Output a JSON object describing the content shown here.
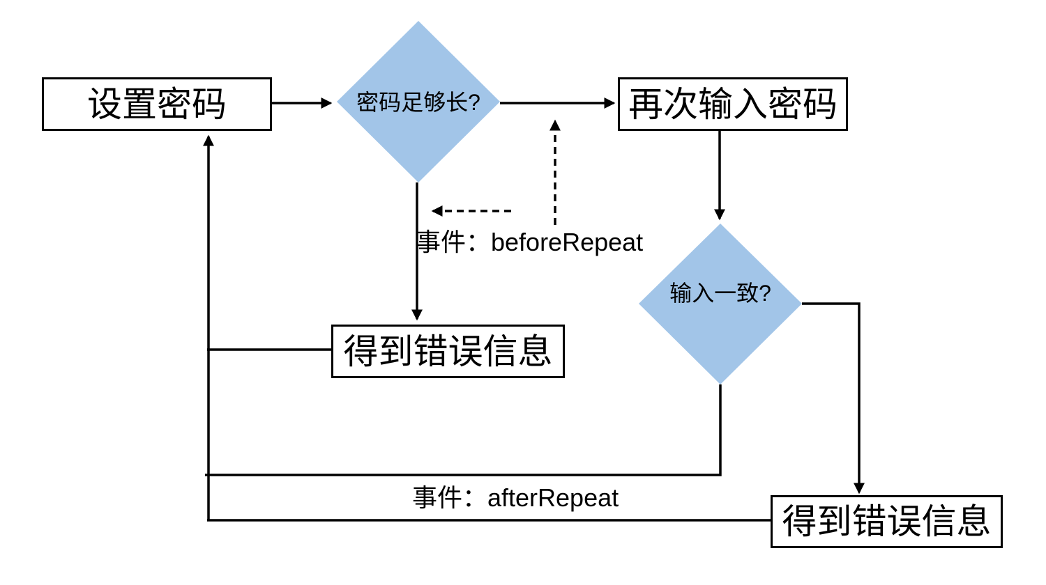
{
  "nodes": {
    "set_password": "设置密码",
    "length_check": "密码足够长?",
    "repeat_password": "再次输入密码",
    "match_check": "输入一致?",
    "error_message_mid": "得到错误信息",
    "error_message_bottom": "得到错误信息"
  },
  "labels": {
    "before_repeat": "事件：beforeRepeat",
    "after_repeat": "事件：afterRepeat"
  },
  "colors": {
    "diamond_fill": "#A2C5E8",
    "line": "#000000",
    "box_border": "#000000",
    "background": "#FFFFFF"
  }
}
